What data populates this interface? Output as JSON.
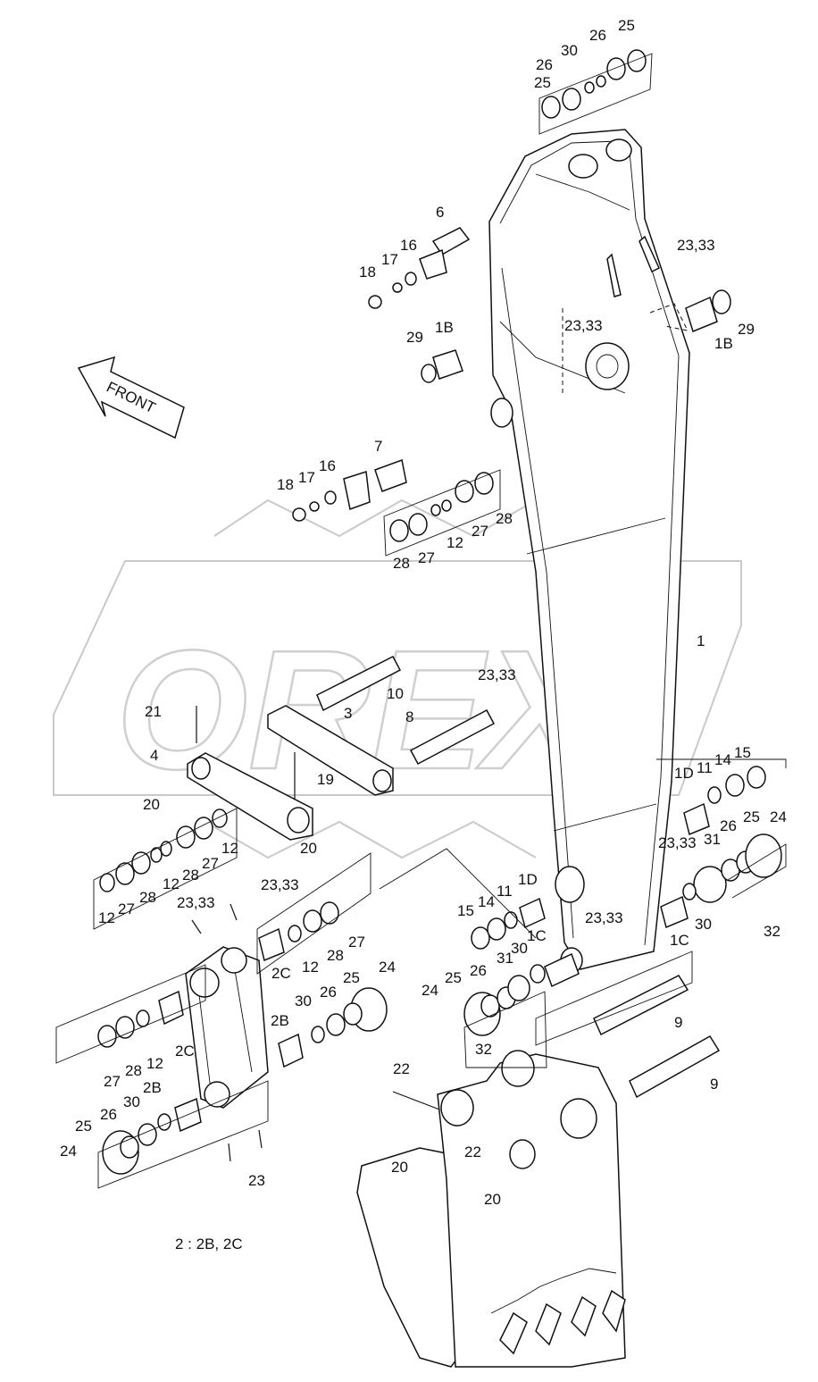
{
  "watermark": {
    "text": "OREX"
  },
  "direction_arrow": {
    "text": "FRONT"
  },
  "note": "2 : 2B, 2C",
  "callouts": [
    {
      "text": "25"
    },
    {
      "text": "26"
    },
    {
      "text": "30"
    },
    {
      "text": "26"
    },
    {
      "text": "25"
    },
    {
      "text": "6"
    },
    {
      "text": "16"
    },
    {
      "text": "17"
    },
    {
      "text": "18"
    },
    {
      "text": "23,33"
    },
    {
      "text": "1B"
    },
    {
      "text": "29"
    },
    {
      "text": "29"
    },
    {
      "text": "1B"
    },
    {
      "text": "23,33"
    },
    {
      "text": "7"
    },
    {
      "text": "16"
    },
    {
      "text": "17"
    },
    {
      "text": "18"
    },
    {
      "text": "28"
    },
    {
      "text": "27"
    },
    {
      "text": "12"
    },
    {
      "text": "27"
    },
    {
      "text": "28"
    },
    {
      "text": "1"
    },
    {
      "text": "23,33"
    },
    {
      "text": "10"
    },
    {
      "text": "3"
    },
    {
      "text": "8"
    },
    {
      "text": "21"
    },
    {
      "text": "4"
    },
    {
      "text": "19"
    },
    {
      "text": "20"
    },
    {
      "text": "20"
    },
    {
      "text": "23,33"
    },
    {
      "text": "12"
    },
    {
      "text": "28"
    },
    {
      "text": "27"
    },
    {
      "text": "12"
    },
    {
      "text": "28"
    },
    {
      "text": "27"
    },
    {
      "text": "12"
    },
    {
      "text": "1D"
    },
    {
      "text": "11"
    },
    {
      "text": "14"
    },
    {
      "text": "15"
    },
    {
      "text": "23,33"
    },
    {
      "text": "26"
    },
    {
      "text": "31"
    },
    {
      "text": "25"
    },
    {
      "text": "24"
    },
    {
      "text": "1C"
    },
    {
      "text": "30"
    },
    {
      "text": "32"
    },
    {
      "text": "15"
    },
    {
      "text": "14"
    },
    {
      "text": "11"
    },
    {
      "text": "1D"
    },
    {
      "text": "23,33"
    },
    {
      "text": "1C"
    },
    {
      "text": "23,33"
    },
    {
      "text": "2C"
    },
    {
      "text": "12"
    },
    {
      "text": "28"
    },
    {
      "text": "27"
    },
    {
      "text": "25"
    },
    {
      "text": "24"
    },
    {
      "text": "26"
    },
    {
      "text": "30"
    },
    {
      "text": "2B"
    },
    {
      "text": "31"
    },
    {
      "text": "30"
    },
    {
      "text": "26"
    },
    {
      "text": "25"
    },
    {
      "text": "24"
    },
    {
      "text": "32"
    },
    {
      "text": "9"
    },
    {
      "text": "9"
    },
    {
      "text": "27"
    },
    {
      "text": "28"
    },
    {
      "text": "12"
    },
    {
      "text": "2C"
    },
    {
      "text": "2B"
    },
    {
      "text": "30"
    },
    {
      "text": "26"
    },
    {
      "text": "25"
    },
    {
      "text": "24"
    },
    {
      "text": "23"
    },
    {
      "text": "22"
    },
    {
      "text": "22"
    },
    {
      "text": "20"
    },
    {
      "text": "20"
    }
  ]
}
